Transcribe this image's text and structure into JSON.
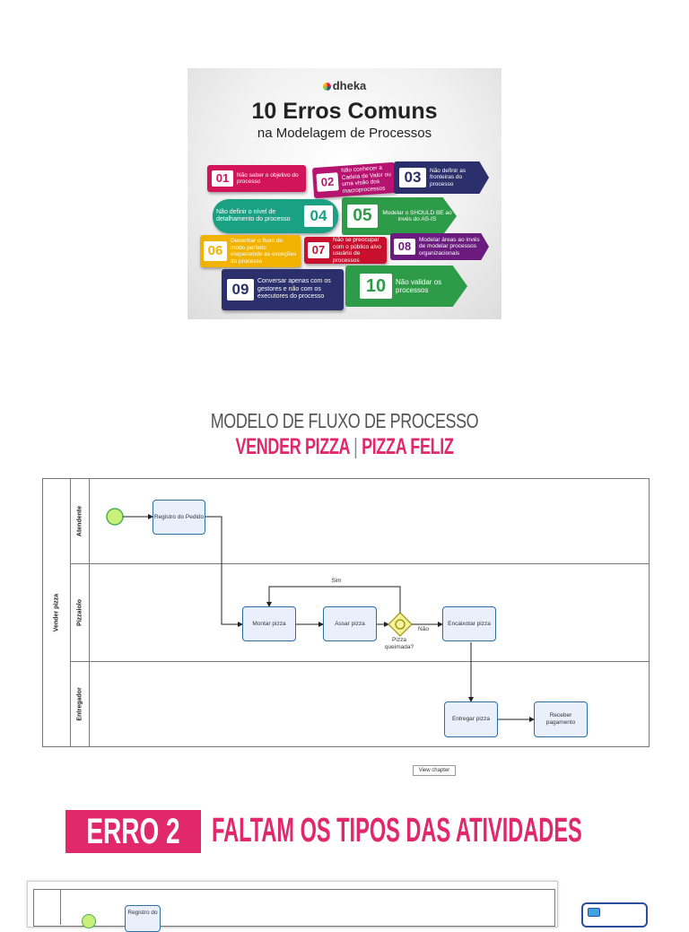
{
  "infographic": {
    "brand": "dheka",
    "title": "10 Erros Comuns",
    "subtitle": "na Modelagem de Processos",
    "cards": [
      {
        "num": "01",
        "text": "Não saber o objetivo do processo",
        "color": "#d4145a"
      },
      {
        "num": "02",
        "text": "Não conhecer a Cadeia de Valor ou uma visão dos macroprocessos",
        "color": "#b5136f"
      },
      {
        "num": "03",
        "text": "Não definir as fronteiras do processo",
        "color": "#2b2f6b"
      },
      {
        "num": "04",
        "text": "Não definir o nível de detalhamento do processo",
        "color": "#1aa183"
      },
      {
        "num": "05",
        "text": "Modelar o SHOULD BE ao invés do AS-IS",
        "color": "#2d9b47"
      },
      {
        "num": "06",
        "text": "Desenhar o fluxo do modo perfeito esquecendo as exceções do processo",
        "color": "#f2b200"
      },
      {
        "num": "07",
        "text": "Não se preocupar com o público alvo usuário de processos",
        "color": "#c8102e"
      },
      {
        "num": "08",
        "text": "Modelar áreas ao invés de modelar processos organizacionais",
        "color": "#6a1b7d"
      },
      {
        "num": "09",
        "text": "Conversar apenas com os gestores e não com os executores do processo",
        "color": "#2b2f6b"
      },
      {
        "num": "10",
        "text": "Não validar os processos",
        "color": "#2d9b47"
      }
    ]
  },
  "flow": {
    "title_top": "MODELO DE FLUXO DE PROCESSO",
    "title_left": "VENDER PIZZA",
    "title_sep": "|",
    "title_right": "PIZZA FELIZ",
    "pool_label": "Vender pizza",
    "lanes": [
      "Atendente",
      "Pizzaiolo",
      "Entregador"
    ],
    "tasks": {
      "registro": "Registro do Pedido",
      "montar": "Montar pizza",
      "assar": "Assar pizza",
      "encaixotar": "Encaixotar pizza",
      "entregar": "Entregar pizza",
      "receber": "Receber pagamento"
    },
    "gateway_label": "Pizza queimada?",
    "yes_label": "Sim",
    "no_label": "Não"
  },
  "view_chapter": "View chapter",
  "erro": {
    "badge": "ERRO 2",
    "text": "FALTAM OS TIPOS DAS ATIVIDADES"
  },
  "preview": {
    "task": "Registro do"
  }
}
